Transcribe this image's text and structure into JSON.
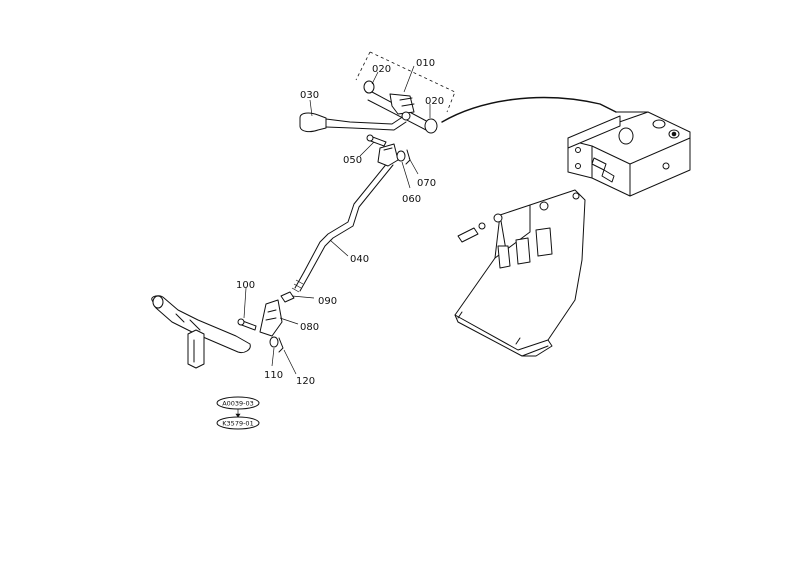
{
  "callouts": [
    {
      "id": "010",
      "label": "010"
    },
    {
      "id": "020a",
      "label": "020"
    },
    {
      "id": "020b",
      "label": "020"
    },
    {
      "id": "030",
      "label": "030"
    },
    {
      "id": "040",
      "label": "040"
    },
    {
      "id": "050",
      "label": "050"
    },
    {
      "id": "060",
      "label": "060"
    },
    {
      "id": "070",
      "label": "070"
    },
    {
      "id": "080",
      "label": "080"
    },
    {
      "id": "090",
      "label": "090"
    },
    {
      "id": "100",
      "label": "100"
    },
    {
      "id": "110",
      "label": "110"
    },
    {
      "id": "120",
      "label": "120"
    }
  ],
  "codes": {
    "top": "A0039-03",
    "bottom": "K3579-01"
  }
}
